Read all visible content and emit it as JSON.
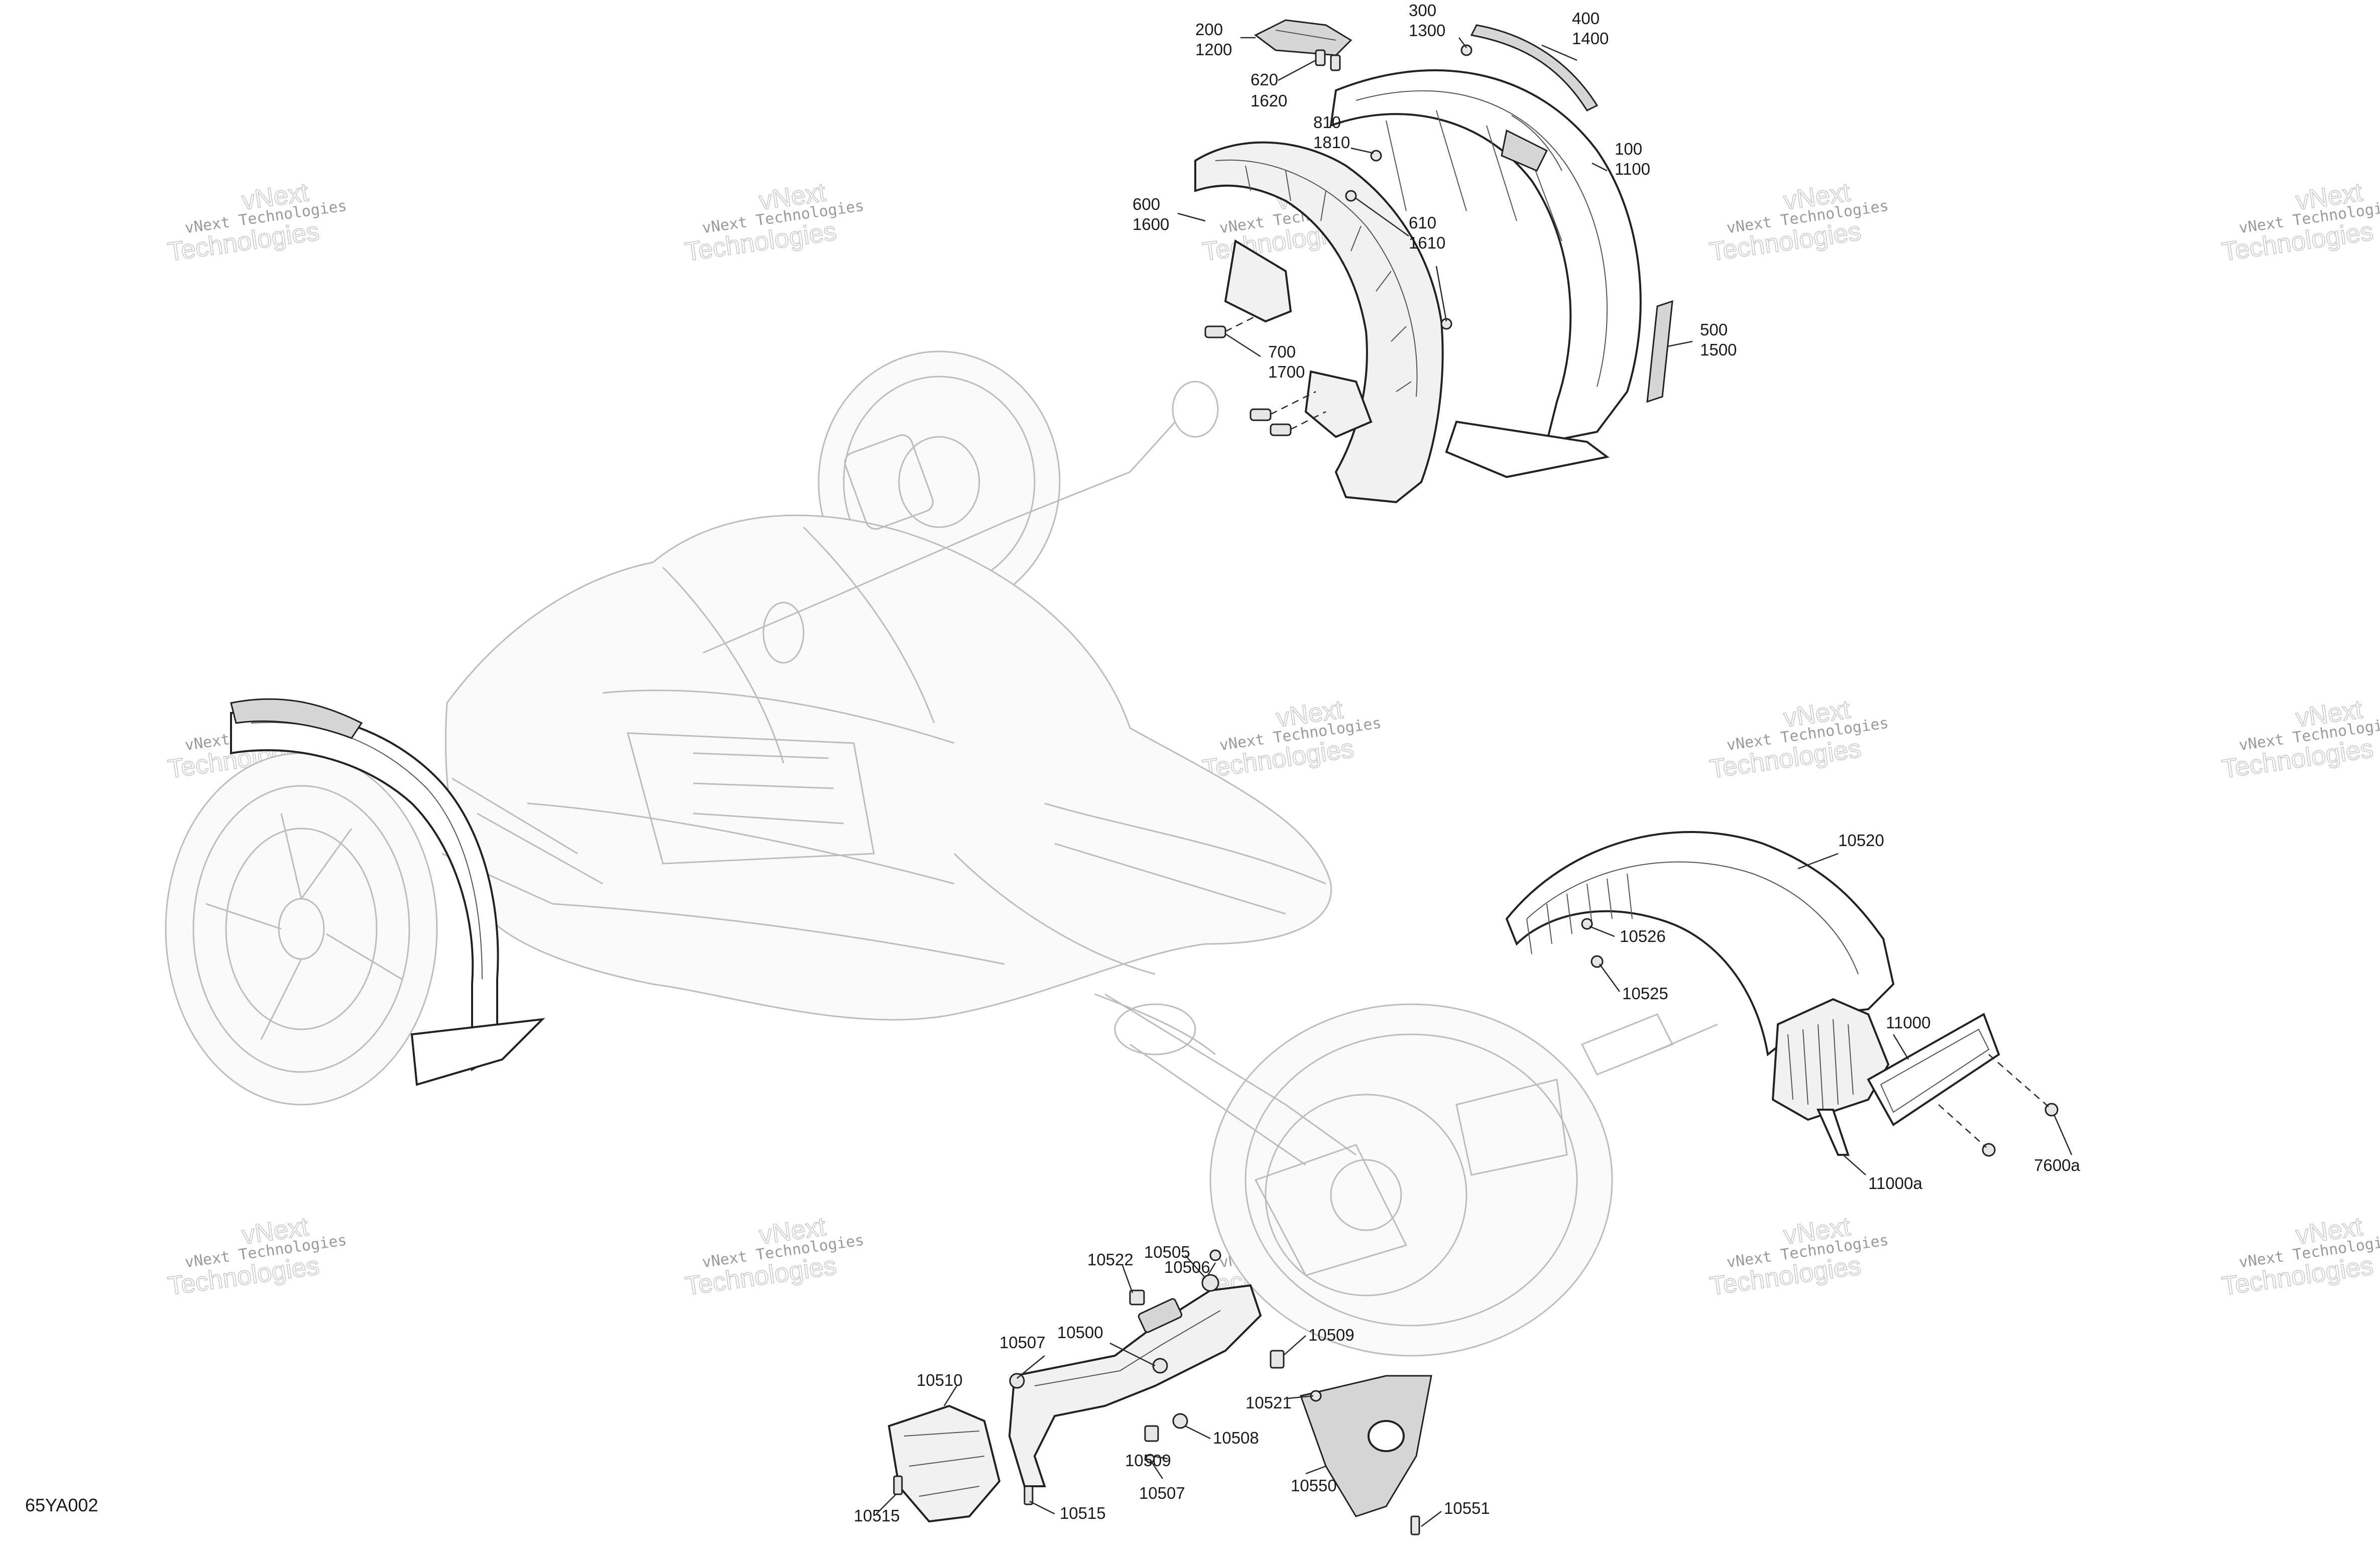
{
  "watermark": {
    "line1": "vNext Technologies",
    "line2": "Technologies",
    "line3": "vNext"
  },
  "diagram_code": "65YA002",
  "callouts": [
    {
      "id": "c200",
      "lines": [
        "200",
        "1200"
      ]
    },
    {
      "id": "c300",
      "lines": [
        "300",
        "1300"
      ]
    },
    {
      "id": "c400",
      "lines": [
        "400",
        "1400"
      ]
    },
    {
      "id": "c620",
      "lines": [
        "620",
        "1620"
      ]
    },
    {
      "id": "c810",
      "lines": [
        "810",
        "1810"
      ]
    },
    {
      "id": "c100",
      "lines": [
        "100",
        "1100"
      ]
    },
    {
      "id": "c600",
      "lines": [
        "600",
        "1600"
      ]
    },
    {
      "id": "c610",
      "lines": [
        "610",
        "1610"
      ]
    },
    {
      "id": "c500",
      "lines": [
        "500",
        "1500"
      ]
    },
    {
      "id": "c700",
      "lines": [
        "700",
        "1700"
      ]
    },
    {
      "id": "c10520",
      "lines": [
        "10520"
      ]
    },
    {
      "id": "c10526",
      "lines": [
        "10526"
      ]
    },
    {
      "id": "c10525",
      "lines": [
        "10525"
      ]
    },
    {
      "id": "c11000",
      "lines": [
        "11000"
      ]
    },
    {
      "id": "c7600a",
      "lines": [
        "7600a"
      ]
    },
    {
      "id": "c11000a",
      "lines": [
        "11000a"
      ]
    },
    {
      "id": "c10506",
      "lines": [
        "10506"
      ]
    },
    {
      "id": "c10505",
      "lines": [
        "10505"
      ]
    },
    {
      "id": "c10522",
      "lines": [
        "10522"
      ]
    },
    {
      "id": "c10507a",
      "lines": [
        "10507"
      ]
    },
    {
      "id": "c10500",
      "lines": [
        "10500"
      ]
    },
    {
      "id": "c10509a",
      "lines": [
        "10509"
      ]
    },
    {
      "id": "c10510",
      "lines": [
        "10510"
      ]
    },
    {
      "id": "c10521",
      "lines": [
        "10521"
      ]
    },
    {
      "id": "c10508",
      "lines": [
        "10508"
      ]
    },
    {
      "id": "c10509b",
      "lines": [
        "10509"
      ]
    },
    {
      "id": "c10550",
      "lines": [
        "10550"
      ]
    },
    {
      "id": "c10507b",
      "lines": [
        "10507"
      ]
    },
    {
      "id": "c10515a",
      "lines": [
        "10515"
      ]
    },
    {
      "id": "c10515b",
      "lines": [
        "10515"
      ]
    },
    {
      "id": "c10551",
      "lines": [
        "10551"
      ]
    }
  ]
}
